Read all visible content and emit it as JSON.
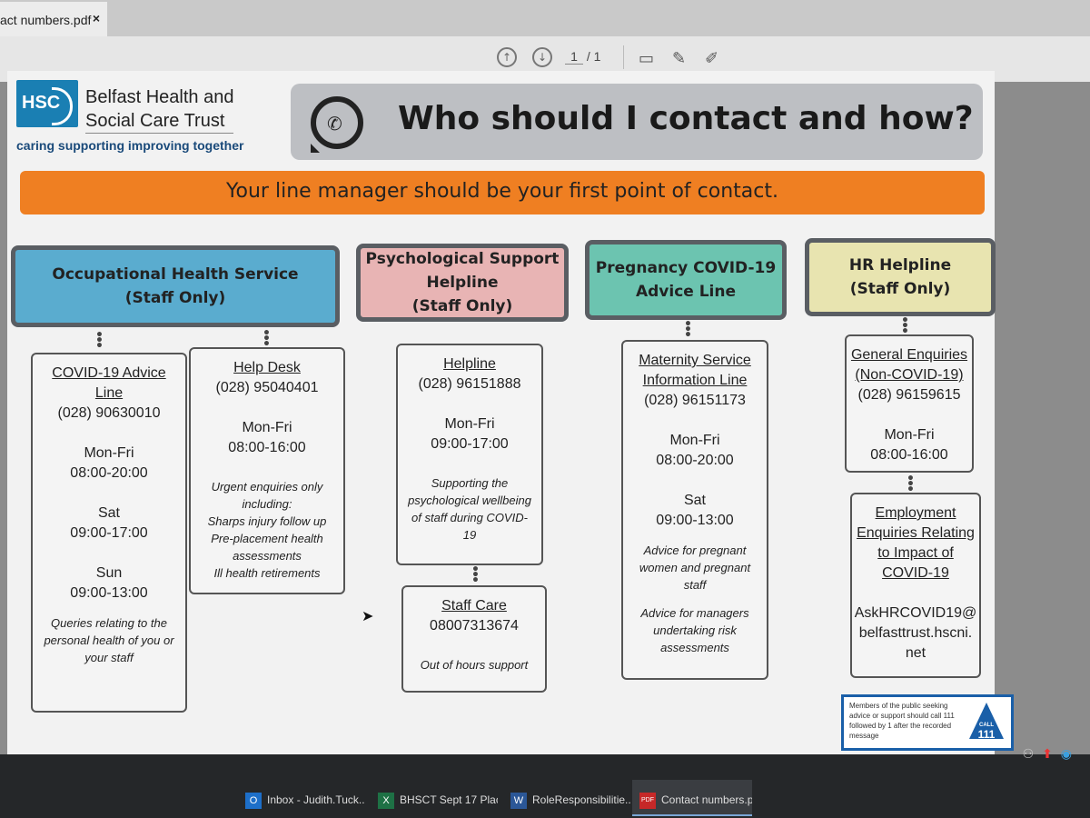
{
  "browser": {
    "tab_title": "act numbers.pdf",
    "tab_close": "×",
    "page_current": "1",
    "page_total": "/ 1"
  },
  "pdf": {
    "org_line1": "Belfast Health and",
    "org_line2": "Social Care Trust",
    "logo_text": "HSC",
    "tagline": "caring supporting improving together",
    "title": "Who should I contact and how?",
    "banner": "Your line manager should be your first point of contact.",
    "columns": [
      {
        "header": [
          "Occupational Health Service",
          "(Staff Only)"
        ],
        "color": "#5aaccf"
      },
      {
        "header": [
          "Psychological Support",
          "Helpline",
          "(Staff Only)"
        ],
        "color": "#e8b4b4"
      },
      {
        "header": [
          "Pregnancy COVID-19",
          "Advice Line"
        ],
        "color": "#6cc4b0"
      },
      {
        "header": [
          "HR Helpline",
          "(Staff Only)"
        ],
        "color": "#e8e4b0"
      }
    ],
    "cards": {
      "covid": {
        "title1": "COVID-19 Advice",
        "title2": "Line",
        "phone": "(028) 90630010",
        "h1a": "Mon-Fri",
        "h1b": "08:00-20:00",
        "h2a": "Sat",
        "h2b": "09:00-17:00",
        "h3a": "Sun",
        "h3b": "09:00-13:00",
        "note": [
          "Queries relating to the",
          "personal health of you or",
          "your staff"
        ]
      },
      "helpdesk": {
        "title": "Help Desk",
        "phone": "(028) 95040401",
        "h1a": "Mon-Fri",
        "h1b": "08:00-16:00",
        "note": [
          "Urgent enquiries only",
          "including:",
          "Sharps injury follow up",
          "Pre-placement health",
          "assessments",
          "Ill health retirements"
        ]
      },
      "helpline": {
        "title": "Helpline",
        "phone": "(028) 96151888",
        "h1a": "Mon-Fri",
        "h1b": "09:00-17:00",
        "note": [
          "Supporting the",
          "psychological wellbeing",
          "of staff  during COVID-",
          "19"
        ]
      },
      "staffcare": {
        "title": "Staff Care",
        "phone": "08007313674",
        "note": "Out of hours support"
      },
      "maternity": {
        "title1": "Maternity Service",
        "title2": "Information Line",
        "phone": "(028) 96151173",
        "h1a": "Mon-Fri",
        "h1b": "08:00-20:00",
        "h2a": "Sat",
        "h2b": "09:00-13:00",
        "note1": [
          "Advice for pregnant",
          "women and pregnant",
          "staff"
        ],
        "note2": [
          "Advice for managers",
          "undertaking risk",
          "assessments"
        ]
      },
      "general": {
        "title1": "General Enquiries",
        "title2": "(Non-COVID-19)",
        "phone": "(028) 96159615",
        "h1a": "Mon-Fri",
        "h1b": "08:00-16:00"
      },
      "employment": {
        "title": [
          "Employment",
          "Enquiries Relating",
          "to Impact of",
          "COVID-19"
        ],
        "email": [
          "AskHRCOVID19@",
          "belfasttrust.hscni.",
          "net"
        ]
      }
    },
    "call111": {
      "text": "Members of the public seeking advice or support should call 111 followed by 1 after the recorded message",
      "badge_top": "CALL",
      "badge": "111"
    }
  },
  "taskbar": {
    "items": [
      {
        "icon": "O",
        "label": "Inbox - Judith.Tuck..."
      },
      {
        "icon": "X",
        "label": "BHSCT Sept 17 Plac..."
      },
      {
        "icon": "W",
        "label": "RoleResponsibilitie..."
      },
      {
        "icon": "PDF",
        "label": "Contact numbers.p..."
      }
    ]
  }
}
